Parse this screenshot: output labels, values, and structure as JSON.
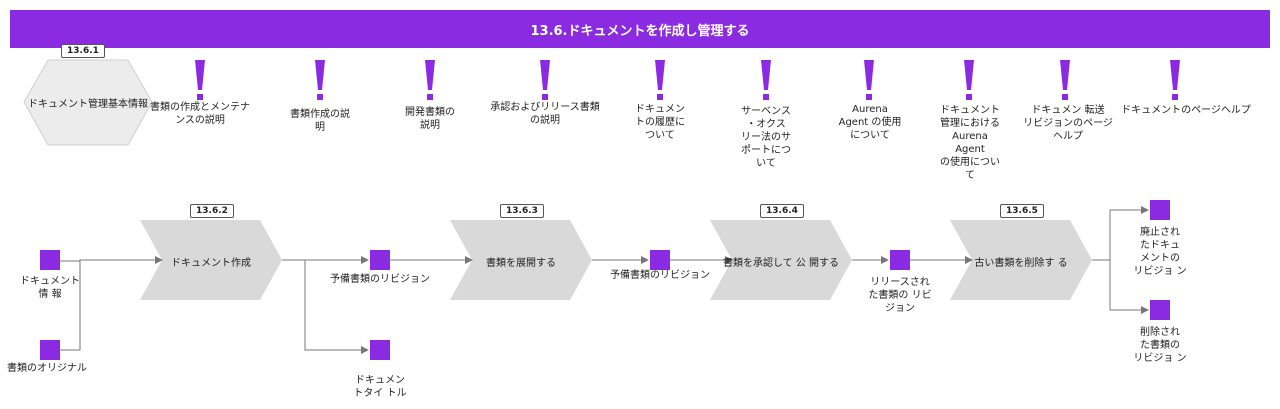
{
  "title": "13.6.ドキュメントを作成し管理する",
  "badges": {
    "b1": "13.6.1",
    "b2": "13.6.2",
    "b3": "13.6.3",
    "b4": "13.6.4",
    "b5": "13.6.5"
  },
  "hexagon": {
    "label": "ドキュメント管理基本情報"
  },
  "info_items": [
    "書類の作成とメンテナ\nンスの説明",
    "書類作成の説\n明",
    "開発書類の\n説明",
    "承認およびリリース書類\nの説明",
    "ドキュメン\nトの履歴に\nついて",
    "サーベンス\n・オクス\nリー法のサ\nポートにつ\nいて",
    "Aurena\nAgent の使用\nについて",
    "ドキュメント\n管理における\nAurena\nAgent\nの使用につい\nて",
    "ドキュメン 転送\nリビジョンのページ\nヘルプ",
    "ドキュメントのページヘルプ"
  ],
  "process": {
    "p1": "ドキュメント作成",
    "p2": "書類を展開する",
    "p3": "書類を承認して 公 開する",
    "p4": "古い書類を削除す る"
  },
  "objects": {
    "doc_info": "ドキュメント\n情 報",
    "original": "書類のオリジナル",
    "prelim1": "予備書類のリビジョン",
    "doc_title": "ドキュメン\nトタイ トル",
    "prelim2": "予備書類のリビジョン",
    "released": "リリースされ\nた書類の リビ\nジョン",
    "obsolete": "廃止され\nたドキュ\nメントの\nリビジョ ン",
    "deleted": "削除され\nた書類の\nリビジョ ン"
  },
  "colors": {
    "accent": "#8a2be2",
    "shape_fill": "#d9d9d9",
    "hex_fill": "#ececec",
    "line": "#777777"
  }
}
